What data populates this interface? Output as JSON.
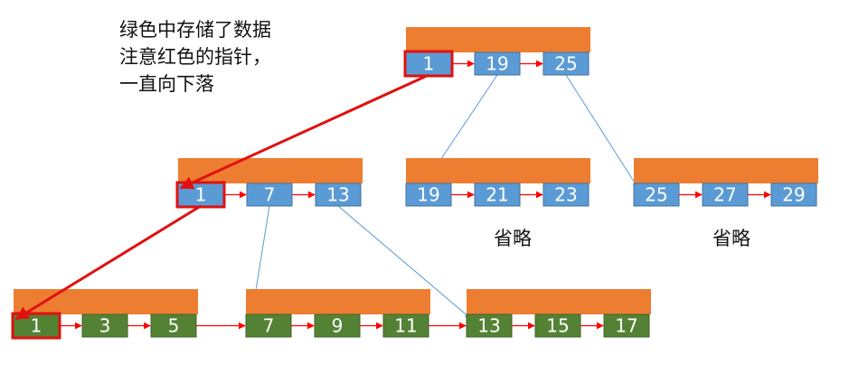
{
  "note_lines": [
    "绿色中存储了数据",
    "注意红色的指针，",
    "一直向下落"
  ],
  "omitted_label_left": "省略",
  "omitted_label_right": "省略",
  "colors": {
    "header": "#ed7d31",
    "internal_key": "#5b9bd5",
    "leaf_key": "#548235",
    "pointer": "#ff0000",
    "highlight": "#e01010",
    "child_link": "#5b9bd5"
  },
  "nodes": [
    {
      "id": "root",
      "kind": "internal",
      "keys": [
        "1",
        "19",
        "25"
      ]
    },
    {
      "id": "mid-a",
      "kind": "internal",
      "keys": [
        "1",
        "7",
        "13"
      ]
    },
    {
      "id": "mid-b",
      "kind": "internal",
      "keys": [
        "19",
        "21",
        "23"
      ]
    },
    {
      "id": "mid-c",
      "kind": "internal",
      "keys": [
        "25",
        "27",
        "29"
      ]
    },
    {
      "id": "leaf-a",
      "kind": "leaf",
      "keys": [
        "1",
        "3",
        "5"
      ]
    },
    {
      "id": "leaf-b",
      "kind": "leaf",
      "keys": [
        "7",
        "9",
        "11"
      ]
    },
    {
      "id": "leaf-c",
      "kind": "leaf",
      "keys": [
        "13",
        "15",
        "17"
      ]
    }
  ]
}
